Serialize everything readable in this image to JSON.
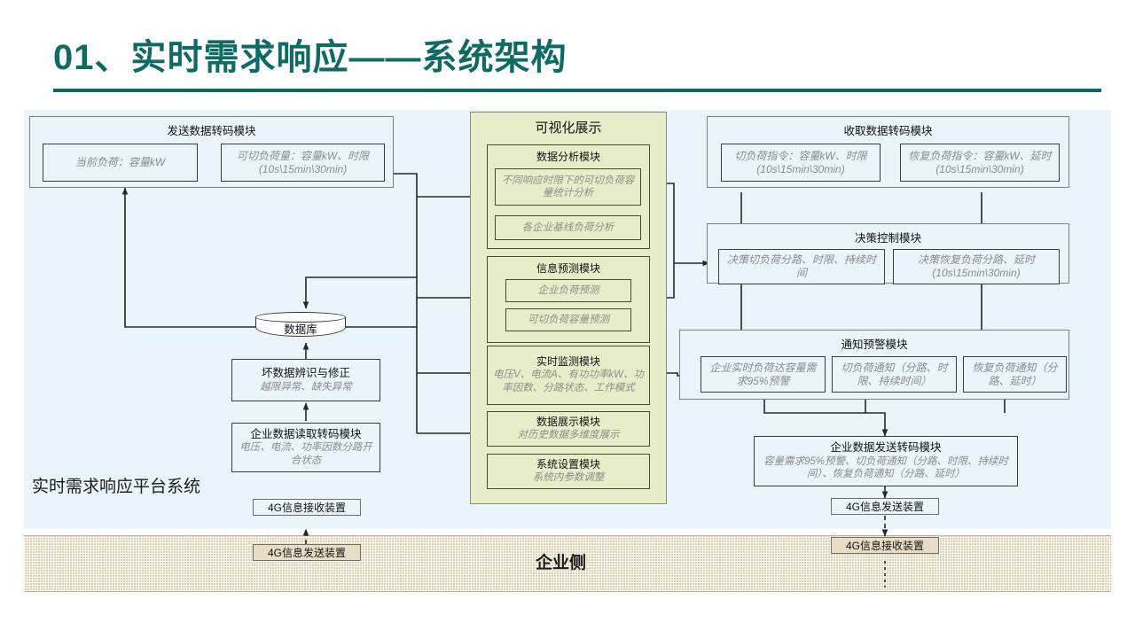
{
  "slide": {
    "title": "01、实时需求响应——系统架构",
    "accent_color": "#0d6a61",
    "platform_label": "实时需求响应平台系统",
    "enterprise_label": "企业侧",
    "platform_bg": "#e9f5fb",
    "visual_panel_bg": "#e7edc9",
    "enterprise_band_bg": "#ddd2ae"
  },
  "send_codec_module": {
    "title": "发送数据转码模块",
    "items": [
      {
        "text": "当前负荷：容量kW"
      },
      {
        "text": "可切负荷量：容量kW、时限(10s\\15min\\30min)"
      }
    ]
  },
  "receive_codec_module": {
    "title": "收取数据转码模块",
    "items": [
      {
        "text": "切负荷指令：容量kW、时限(10s\\15min\\30min)"
      },
      {
        "text": "恢复负荷指令：容量kW、延时(10s\\15min\\30min)"
      }
    ]
  },
  "decision_control_module": {
    "title": "决策控制模块",
    "items": [
      {
        "text": "决策切负荷分路、时限、持续时间"
      },
      {
        "text": "决策恢复负荷分路、延时(10s\\15min\\30min)"
      }
    ]
  },
  "notify_warning_module": {
    "title": "通知预警模块",
    "items": [
      {
        "text": "企业实时负荷达容量需求95%预警"
      },
      {
        "text": "切负荷通知（分路、时限、持续时间）"
      },
      {
        "text": "恢复负荷通知（分路、延时）"
      }
    ]
  },
  "enterprise_send_codec_module": {
    "title": "企业数据发送转码模块",
    "subtitle": "容量需求95%预警、切负荷通知（分路、时限、持续时间）、恢复负荷通知（分路、延时）"
  },
  "visualization_panel": {
    "title": "可视化展示",
    "groups": [
      {
        "title": "数据分析模块",
        "items": [
          {
            "text": "不同响应时限下的可切负荷容量统计分析"
          },
          {
            "text": "各企业基线负荷分析"
          }
        ]
      },
      {
        "title": "信息预测模块",
        "items": [
          {
            "text": "企业负荷预测"
          },
          {
            "text": "可切负荷容量预测"
          }
        ]
      }
    ],
    "boxes": [
      {
        "title": "实时监测模块",
        "subtitle": "电压V、电流A、有功功率kW、功率因数、分路状态、工作模式"
      },
      {
        "title": "数据展示模块",
        "subtitle": "对历史数据多维度展示"
      },
      {
        "title": "系统设置模块",
        "subtitle": "系统内参数调整"
      }
    ]
  },
  "database": {
    "label": "数据库"
  },
  "bad_data_module": {
    "title": "坏数据辨识与修正",
    "subtitle": "越限异常、缺失异常"
  },
  "enterprise_read_codec_module": {
    "title": "企业数据读取转码模块",
    "subtitle": "电压、电流、功率因数分路开合状态"
  },
  "devices": {
    "platform_receiver_left": "4G信息接收装置",
    "enterprise_sender_left": "4G信息发送装置",
    "platform_sender_right": "4G信息发送装置",
    "enterprise_receiver_right": "4G信息接收装置"
  }
}
